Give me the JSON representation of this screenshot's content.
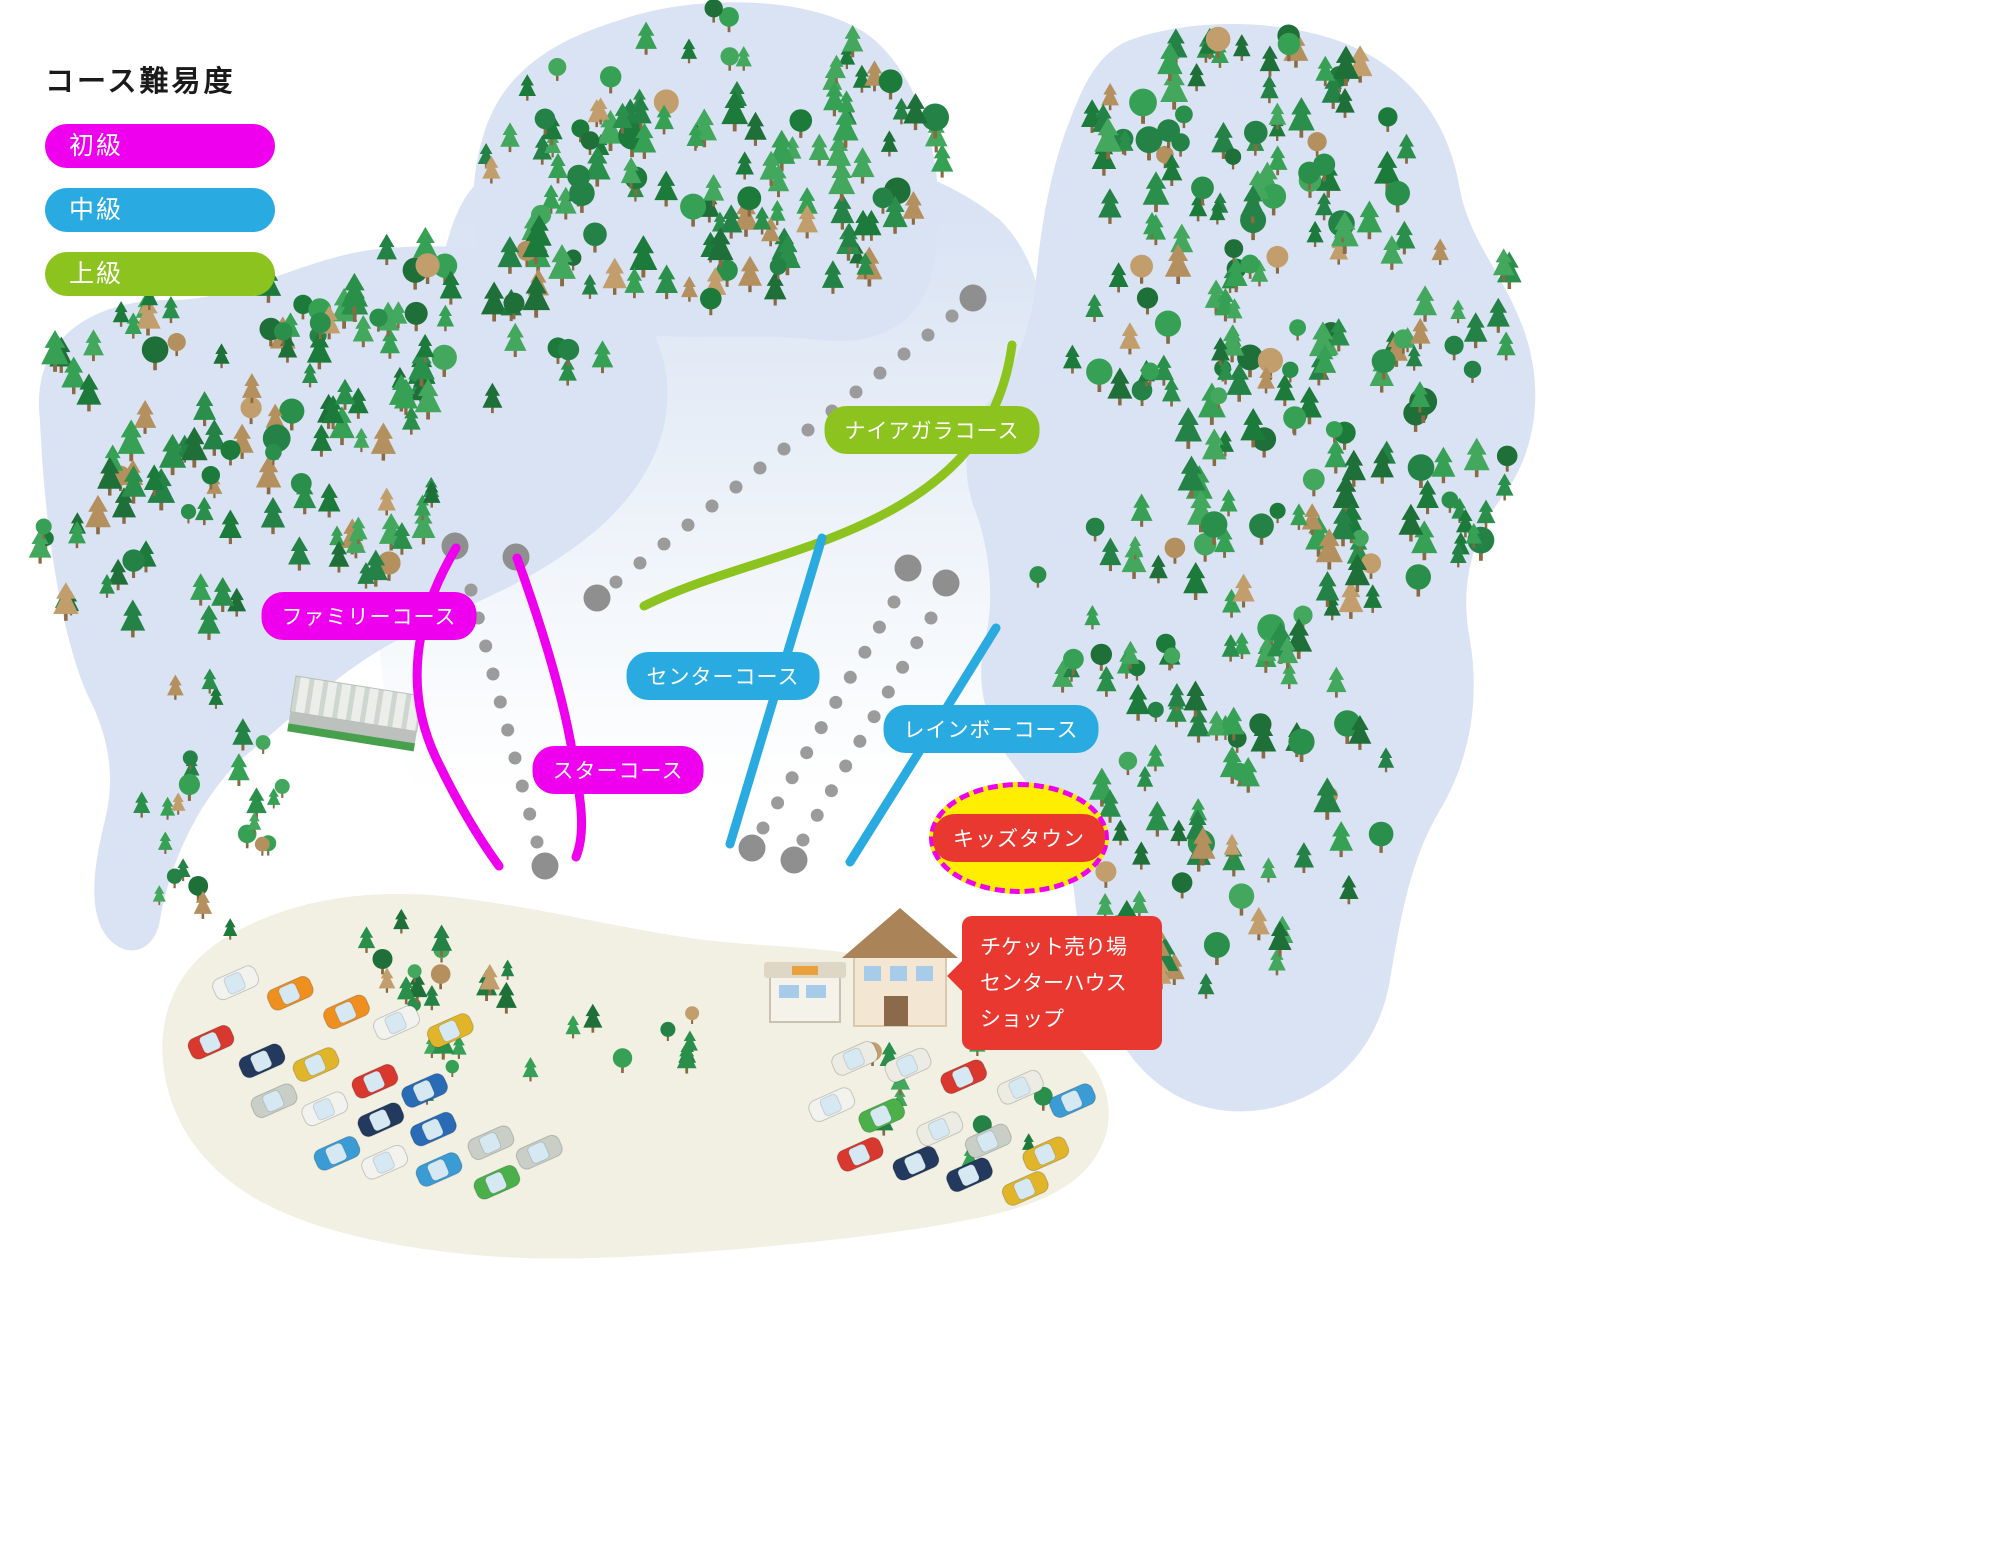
{
  "legend": {
    "title": "コース難易度",
    "items": [
      {
        "label": "初級",
        "color": "#ee00ee"
      },
      {
        "label": "中級",
        "color": "#29abe2"
      },
      {
        "label": "上級",
        "color": "#8cc31f"
      }
    ]
  },
  "courses": {
    "niagara": {
      "name": "ナイアガラコース",
      "level": "上級",
      "color": "#8cc31f"
    },
    "family": {
      "name": "ファミリーコース",
      "level": "初級",
      "color": "#ee00ee"
    },
    "center": {
      "name": "センターコース",
      "level": "中級",
      "color": "#29abe2"
    },
    "rainbow": {
      "name": "レインボーコース",
      "level": "中級",
      "color": "#29abe2"
    },
    "star": {
      "name": "スターコース",
      "level": "初級",
      "color": "#ee00ee"
    }
  },
  "kids_town": {
    "name": "キッズタウン",
    "pill_color": "#e8382f",
    "area_color": "#ffee00",
    "border_color": "#ee00ee"
  },
  "facility": {
    "lines": [
      "チケット売り場",
      "センターハウス",
      "ショップ"
    ],
    "color": "#e8382f"
  },
  "map_colors": {
    "forest_area": "#d9e3f3",
    "parking_area": "#f1f0e3",
    "lift_dot": "#9b9b9b"
  }
}
